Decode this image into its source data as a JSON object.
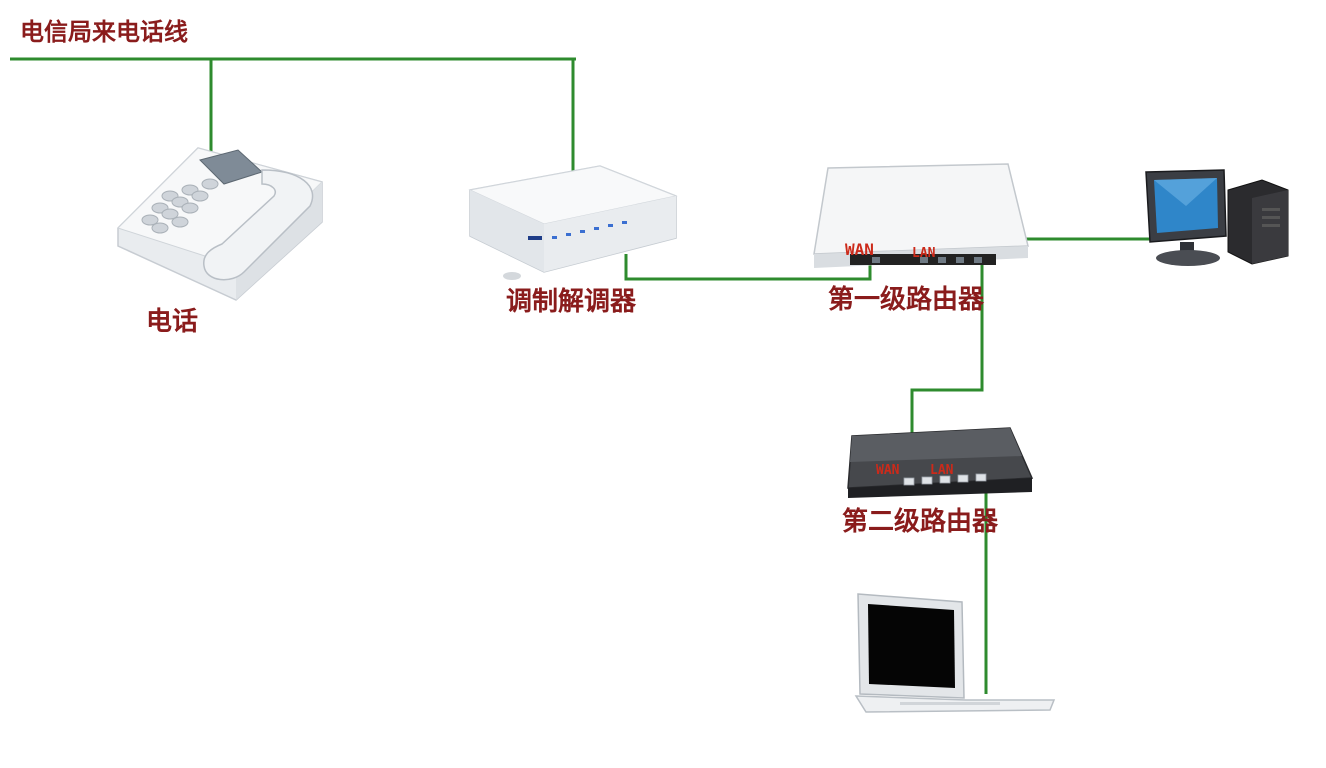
{
  "labels": {
    "phone_line": "电信局来电话线",
    "phone": "电话",
    "modem": "调制解调器",
    "router1": "第一级路由器",
    "router2": "第二级路由器"
  },
  "ports": {
    "router1_wan": "WAN",
    "router1_lan": "LAN",
    "router2_wan": "WAN",
    "router2_lan": "LAN"
  },
  "colors": {
    "wire": "#2e8b2e",
    "label_text": "#8a1c1c",
    "port_text": "#cc2a1a"
  },
  "devices": [
    "telephone",
    "modem",
    "router",
    "router",
    "desktop-computer",
    "laptop"
  ]
}
